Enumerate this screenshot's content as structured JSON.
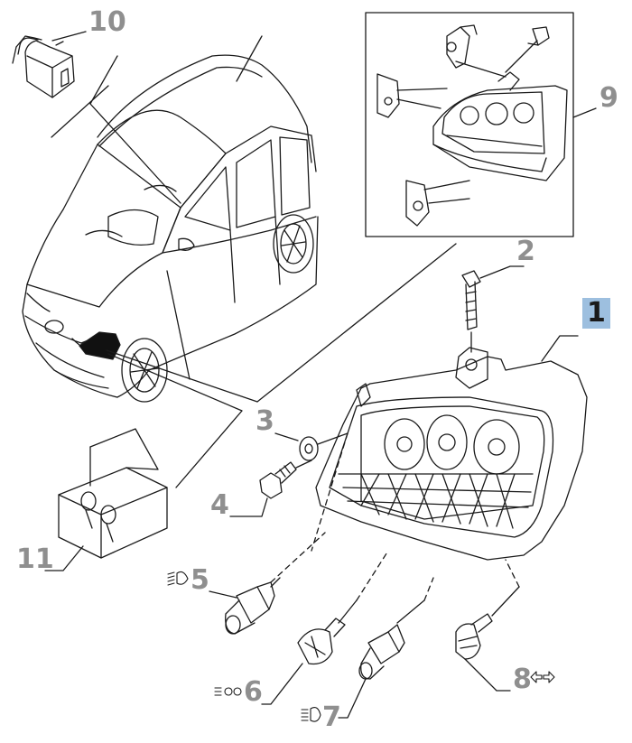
{
  "callouts": [
    {
      "id": "1",
      "label": "1",
      "highlighted": true
    },
    {
      "id": "2",
      "label": "2"
    },
    {
      "id": "3",
      "label": "3"
    },
    {
      "id": "4",
      "label": "4"
    },
    {
      "id": "5",
      "label": "5"
    },
    {
      "id": "6",
      "label": "6"
    },
    {
      "id": "7",
      "label": "7"
    },
    {
      "id": "8",
      "label": "8"
    },
    {
      "id": "9",
      "label": "9"
    },
    {
      "id": "10",
      "label": "10"
    },
    {
      "id": "11",
      "label": "11"
    }
  ],
  "symbols": {
    "low_beam": "low-beam-icon",
    "position_light": "position-light-icon",
    "high_beam": "high-beam-icon",
    "turn_signal": "turn-signal-icon"
  },
  "colors": {
    "line": "#1a1a1a",
    "label": "#8f8f8f",
    "highlight": "#9dbfdf"
  }
}
